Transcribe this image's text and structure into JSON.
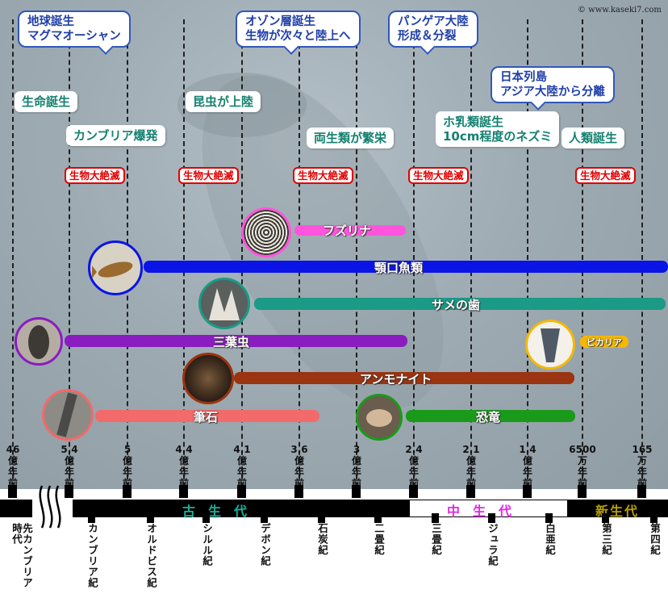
{
  "copyright": "© www.kaseki7.com",
  "callouts": {
    "earth": "地球誕生\nマグマオーシャン",
    "ozone": "オゾン層誕生\n生物が次々と陸上へ",
    "pangaea": "パンゲア大陸\n形成＆分裂",
    "japan": "日本列島\nアジア大陸から分離"
  },
  "events": {
    "life": "生命誕生",
    "insects": "昆虫が上陸",
    "cambrian": "カンブリア爆発",
    "amphibians": "両生類が繁栄",
    "mammals": "ホ乳類誕生\n10cm程度のネズミ",
    "humans": "人類誕生"
  },
  "extinction_label": "生物大絶滅",
  "organisms": {
    "fusulina": "フズリナ",
    "agnatha": "顎口魚類",
    "shark": "サメの歯",
    "trilobite": "三葉虫",
    "ammonite": "アンモナイト",
    "graptolite": "筆石",
    "dinosaur": "恐竜",
    "vicarya": "ビカリア"
  },
  "colors": {
    "fusulina": "#ff55dd",
    "agnatha": "#0a14e6",
    "shark": "#1b9a86",
    "trilobite": "#8a1cc0",
    "ammonite": "#9b3410",
    "graptolite": "#f26a6a",
    "dinosaur": "#1a9a1a",
    "vicarya": "#f5b800",
    "paleozoic": "#1bb09c",
    "mesozoic": "#e02ae0",
    "cenozoic": "#f2d200"
  },
  "ages": [
    {
      "num": "46",
      "unit": "億年前"
    },
    {
      "num": "5.4",
      "unit": "億年前"
    },
    {
      "num": "5",
      "unit": "億年前"
    },
    {
      "num": "4.4",
      "unit": "億年前"
    },
    {
      "num": "4.1",
      "unit": "億年前"
    },
    {
      "num": "3.6",
      "unit": "億年前"
    },
    {
      "num": "3",
      "unit": "億年前"
    },
    {
      "num": "2.4",
      "unit": "億年前"
    },
    {
      "num": "2.1",
      "unit": "億年前"
    },
    {
      "num": "1.4",
      "unit": "億年前"
    },
    {
      "num": "6500",
      "unit": "万年前"
    },
    {
      "num": "165",
      "unit": "万年前"
    }
  ],
  "eras": {
    "paleozoic": "古生代",
    "mesozoic": "中生代",
    "cenozoic": "新生代"
  },
  "periods": [
    "先カンブリア時代",
    "カンブリア紀",
    "オルドビス紀",
    "シルル紀",
    "デボン紀",
    "石炭紀",
    "二畳紀",
    "三畳紀",
    "ジュラ紀",
    "白亜紀",
    "第三紀",
    "第四紀"
  ]
}
